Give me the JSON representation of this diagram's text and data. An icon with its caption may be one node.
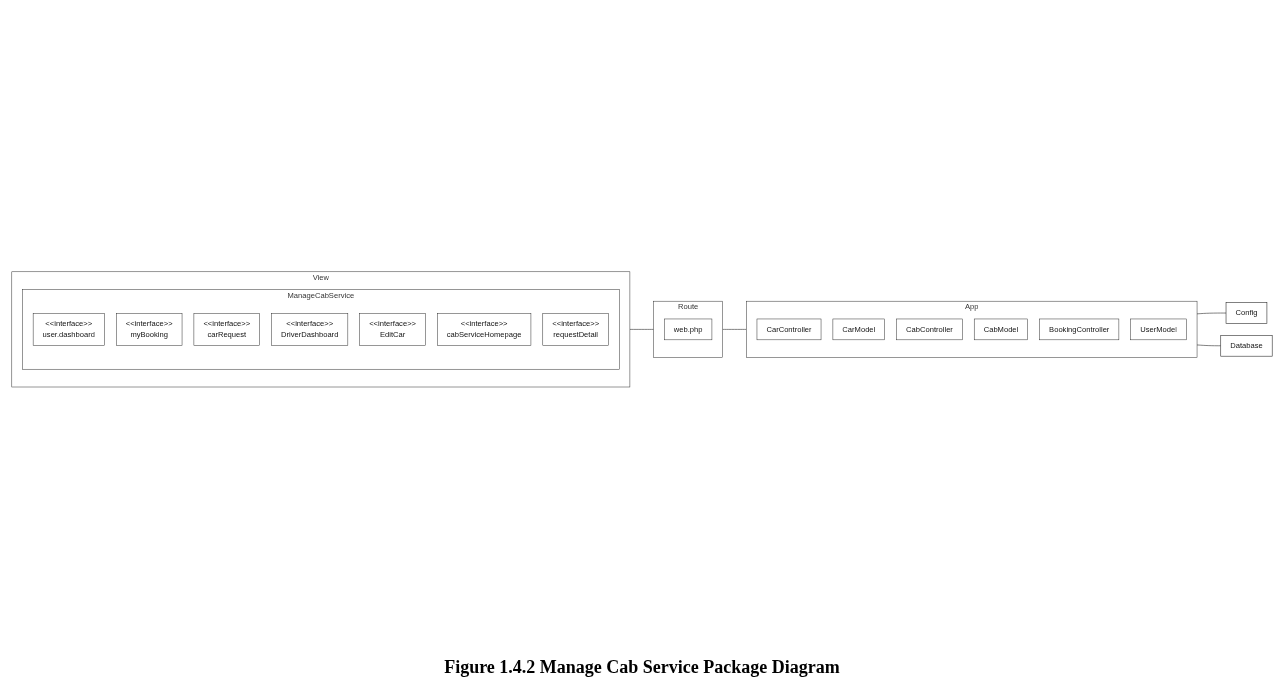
{
  "diagram": {
    "caption": "Figure 1.4.2 Manage Cab Service Package Diagram",
    "nodes": [
      {
        "text": [
          "View"
        ]
      },
      {
        "text": [
          "ManageCabService"
        ],
        "in": 0
      },
      {
        "text": [
          "<<interface>>",
          "user.dashboard"
        ],
        "in": 1
      },
      {
        "text": [
          "<<interface>>",
          "myBooking"
        ],
        "in": 1
      },
      {
        "text": [
          "<<interface>>",
          "carRequest"
        ],
        "in": 1
      },
      {
        "text": [
          "<<interface>>",
          "DriverDashboard"
        ],
        "in": 1
      },
      {
        "text": [
          "<<interface>>",
          "EditCar"
        ],
        "in": 1
      },
      {
        "text": [
          "<<interface>>",
          "cabServiceHomepage"
        ],
        "in": 1
      },
      {
        "text": [
          "<<interface>>",
          "requestDetail"
        ],
        "in": 1
      },
      {
        "text": [
          "Route"
        ]
      },
      {
        "text": [
          "web.php"
        ],
        "in": 9
      },
      {
        "text": [
          "App"
        ]
      },
      {
        "text": [
          "CarController"
        ],
        "in": 11
      },
      {
        "text": [
          "CarModel"
        ],
        "in": 11
      },
      {
        "text": [
          "CabController"
        ],
        "in": 11
      },
      {
        "text": [
          "CabModel"
        ],
        "in": 11
      },
      {
        "text": [
          "BookingController"
        ],
        "in": 11
      },
      {
        "text": [
          "UserModel"
        ],
        "in": 11
      },
      {
        "text": [
          "Config"
        ]
      },
      {
        "text": [
          "Database"
        ]
      }
    ],
    "edges": [
      {
        "from": 0,
        "to": 9,
        "arrow": "none"
      },
      {
        "from": 9,
        "to": 11,
        "arrow": "none"
      },
      {
        "from": 11,
        "to": 18,
        "arrow": "none"
      },
      {
        "from": 11,
        "to": 19,
        "arrow": "none"
      }
    ]
  }
}
